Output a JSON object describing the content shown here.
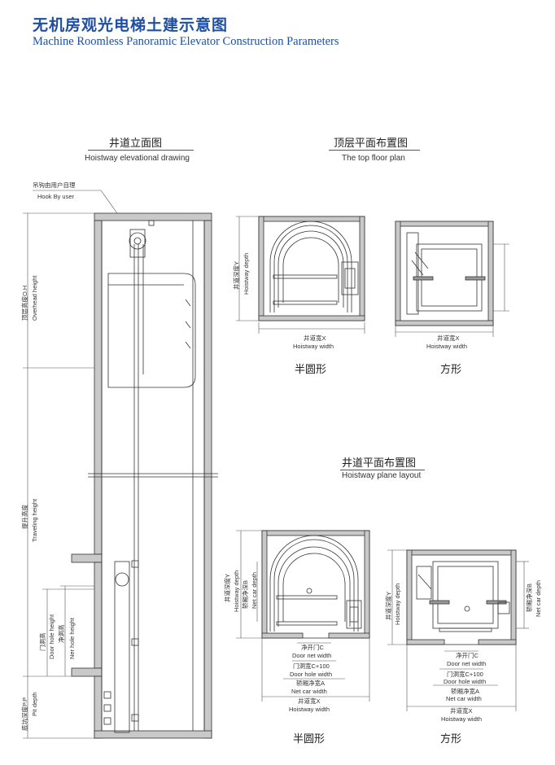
{
  "header": {
    "title_cn": "无机房观光电梯土建示意图",
    "title_en": "Machine Roomless Panoramic Elevator Construction Parameters"
  },
  "sections": {
    "elevation": {
      "cn": "井道立面图",
      "en": "Hoistway elevational drawing"
    },
    "top_floor": {
      "cn": "顶层平面布置图",
      "en": "The top floor plan"
    },
    "plane_layout": {
      "cn": "井道平面布置图",
      "en": "Hoistway plane layout"
    }
  },
  "elevation_labels": {
    "hook_cn": "吊钩由用户自理",
    "hook_en": "Hook By user",
    "overhead_cn": "顶层高度O.H",
    "overhead_en": "Overhead height",
    "travel_cn": "提升高度",
    "travel_en": "Traveling height",
    "door_hole_cn": "门洞高",
    "door_hole_en": "Door hole height",
    "net_hole_cn": "净洞高",
    "net_hole_en": "Ner hole height",
    "pit_cn": "底坑深度P.P",
    "pit_en": "Pit depth"
  },
  "plan_labels": {
    "hoistway_width_cn": "井道宽X",
    "hoistway_width_en": "Hoistway width",
    "hoistway_depth_cn": "井道深度Y",
    "hoistway_depth_en": "Hoistway depth",
    "net_car_depth_cn": "轿厢净深B",
    "net_car_depth_en": "Net car depth",
    "door_net_cn": "净开门C",
    "door_net_en": "Door net width",
    "door_hole_w_cn": "门洞宽C+100",
    "door_hole_w_en": "Door hole width",
    "net_car_w_cn": "轿厢净宽A",
    "net_car_w_en": "Net car width"
  },
  "shape_labels": {
    "semicircle": "半圆形",
    "square": "方形"
  }
}
